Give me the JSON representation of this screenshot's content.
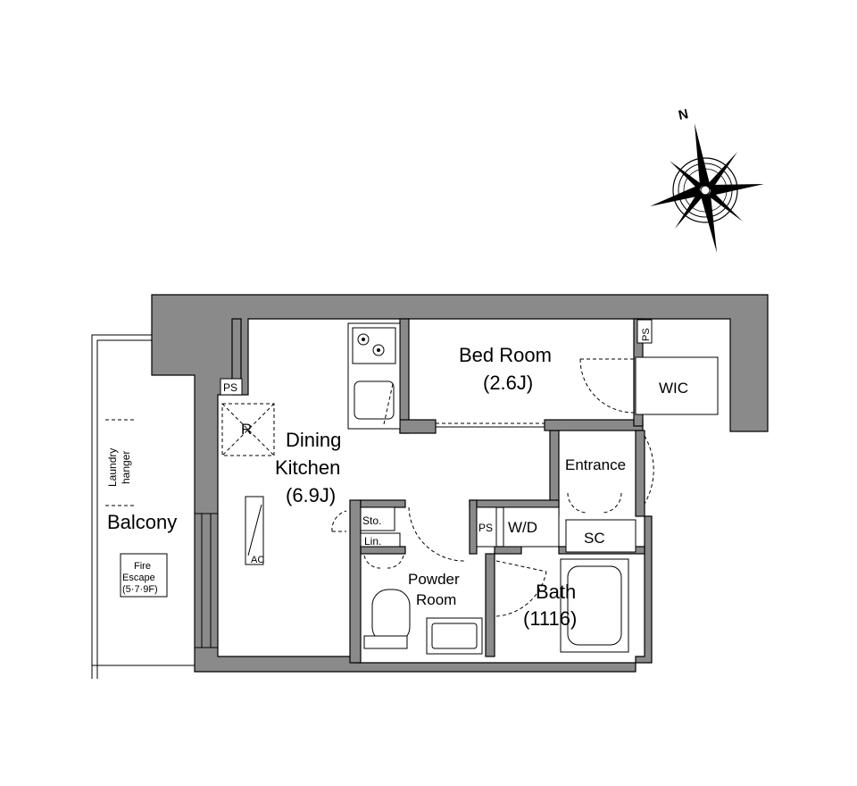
{
  "compass": {
    "north": "N"
  },
  "rooms": {
    "bed_room": {
      "name": "Bed Room",
      "size": "(2.6J)"
    },
    "wic": "WIC",
    "dining_kitchen": {
      "line1": "Dining",
      "line2": "Kitchen",
      "size": "(6.9J)"
    },
    "entrance": "Entrance",
    "wd": "W/D",
    "sc": "SC",
    "bath": {
      "name": "Bath",
      "size": "(1116)"
    },
    "powder_room": {
      "line1": "Powder",
      "line2": "Room"
    },
    "sto": "Sto.",
    "lin": "Lin.",
    "balcony": "Balcony"
  },
  "labels": {
    "ps_left": "PS",
    "ps_middle": "PS",
    "ps_top": "PS",
    "refrigerator": "R",
    "ac": "AC",
    "laundry_line1": "Laundry",
    "laundry_line2": "hanger",
    "fire_line1": "Fire",
    "fire_line2": "Escape",
    "fire_line3": "(5·7·9F)"
  }
}
